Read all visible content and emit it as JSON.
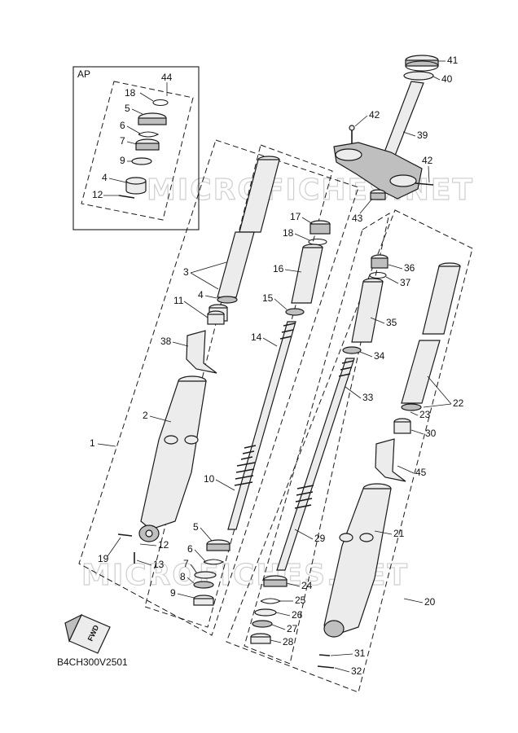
{
  "watermark": "MICROFICHES.NET",
  "inset_label": "AP",
  "diagram_code": "B4CH300V2501",
  "fwd_label": "FWD",
  "callouts": [
    "1",
    "2",
    "3",
    "4",
    "5",
    "6",
    "7",
    "8",
    "9",
    "10",
    "11",
    "12",
    "13",
    "14",
    "15",
    "16",
    "17",
    "18",
    "19",
    "20",
    "21",
    "22",
    "23",
    "24",
    "25",
    "26",
    "27",
    "28",
    "29",
    "30",
    "31",
    "32",
    "33",
    "34",
    "35",
    "36",
    "37",
    "38",
    "39",
    "40",
    "41",
    "42",
    "43",
    "44"
  ],
  "inset_callouts": [
    "44",
    "18",
    "5",
    "6",
    "7",
    "9",
    "4",
    "12"
  ],
  "callout_45": "45"
}
